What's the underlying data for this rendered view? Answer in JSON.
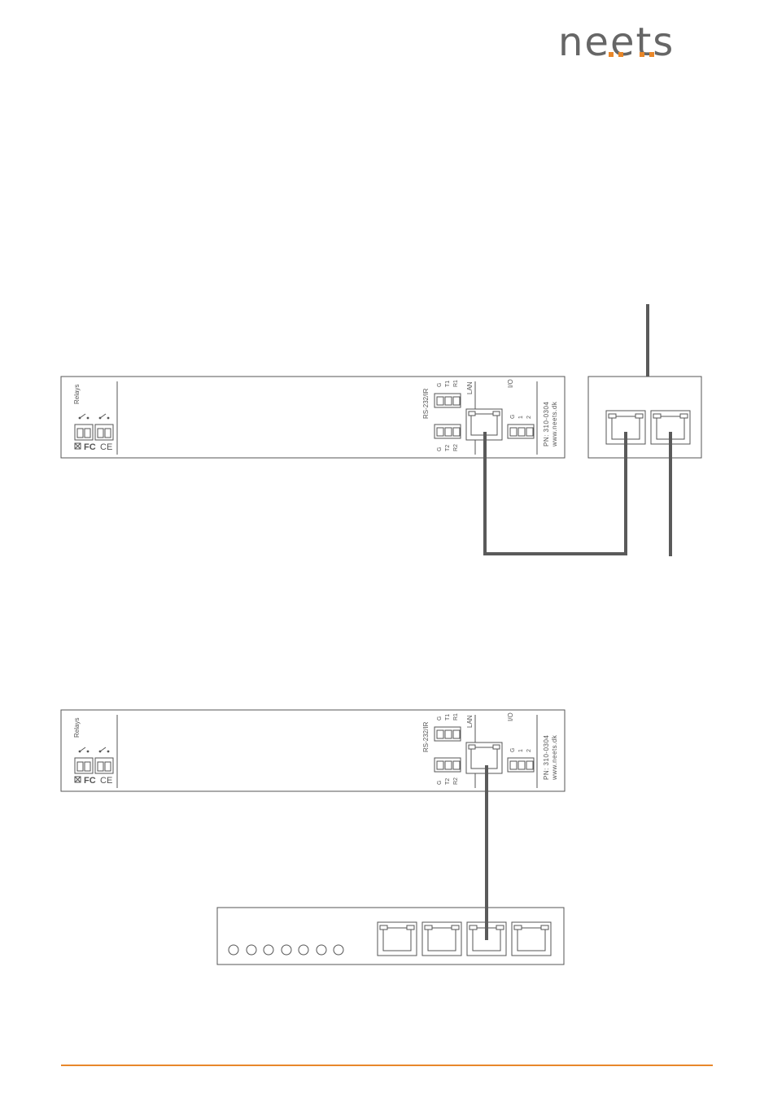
{
  "brand": {
    "name": "neets",
    "text_color": "#666666",
    "accent": "#E8872A"
  },
  "controller": {
    "relays_label": "Relays",
    "rs232_label": "RS-232/IR",
    "rs232_top_pins": [
      "G",
      "T1",
      "R1"
    ],
    "rs232_bottom_pins": [
      "G",
      "T2",
      "R2"
    ],
    "lan_label": "LAN",
    "io_label": "I/O",
    "io_pins": [
      "G",
      "1",
      "2"
    ],
    "part_number": "PN: 310-0304",
    "website": "www.neets.dk",
    "fcc_mark": "FC",
    "ce_mark": "CE"
  },
  "colors": {
    "cable": "#5a5a5a",
    "outline": "#555555",
    "footer_line": "#E8872A"
  }
}
